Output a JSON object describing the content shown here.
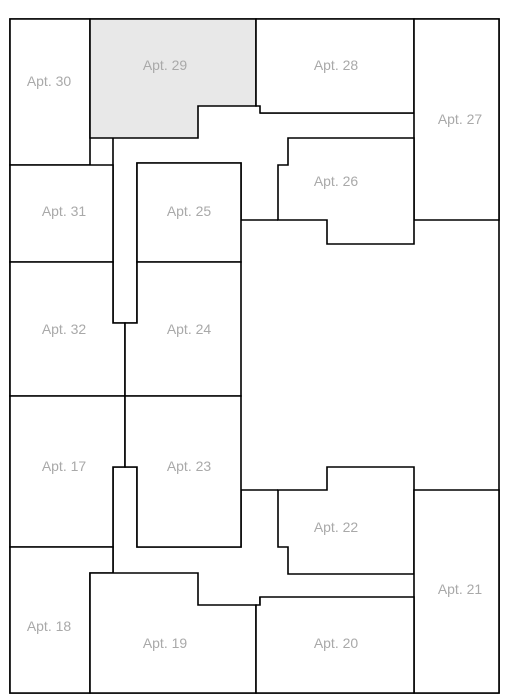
{
  "colors": {
    "wall": "#000000",
    "label": "#a9a9a9",
    "selected_fill": "#e8e8e8",
    "default_fill": "#ffffff"
  },
  "selected_unit": "apt-29",
  "units": [
    {
      "id": "apt-30",
      "label": "Apt. 30"
    },
    {
      "id": "apt-29",
      "label": "Apt. 29"
    },
    {
      "id": "apt-28",
      "label": "Apt. 28"
    },
    {
      "id": "apt-27",
      "label": "Apt. 27"
    },
    {
      "id": "apt-26",
      "label": "Apt. 26"
    },
    {
      "id": "apt-31",
      "label": "Apt. 31"
    },
    {
      "id": "apt-25",
      "label": "Apt. 25"
    },
    {
      "id": "apt-32",
      "label": "Apt. 32"
    },
    {
      "id": "apt-24",
      "label": "Apt. 24"
    },
    {
      "id": "apt-17",
      "label": "Apt. 17"
    },
    {
      "id": "apt-23",
      "label": "Apt. 23"
    },
    {
      "id": "apt-22",
      "label": "Apt. 22"
    },
    {
      "id": "apt-21",
      "label": "Apt. 21"
    },
    {
      "id": "apt-18",
      "label": "Apt. 18"
    },
    {
      "id": "apt-19",
      "label": "Apt. 19"
    },
    {
      "id": "apt-20",
      "label": "Apt. 20"
    }
  ]
}
